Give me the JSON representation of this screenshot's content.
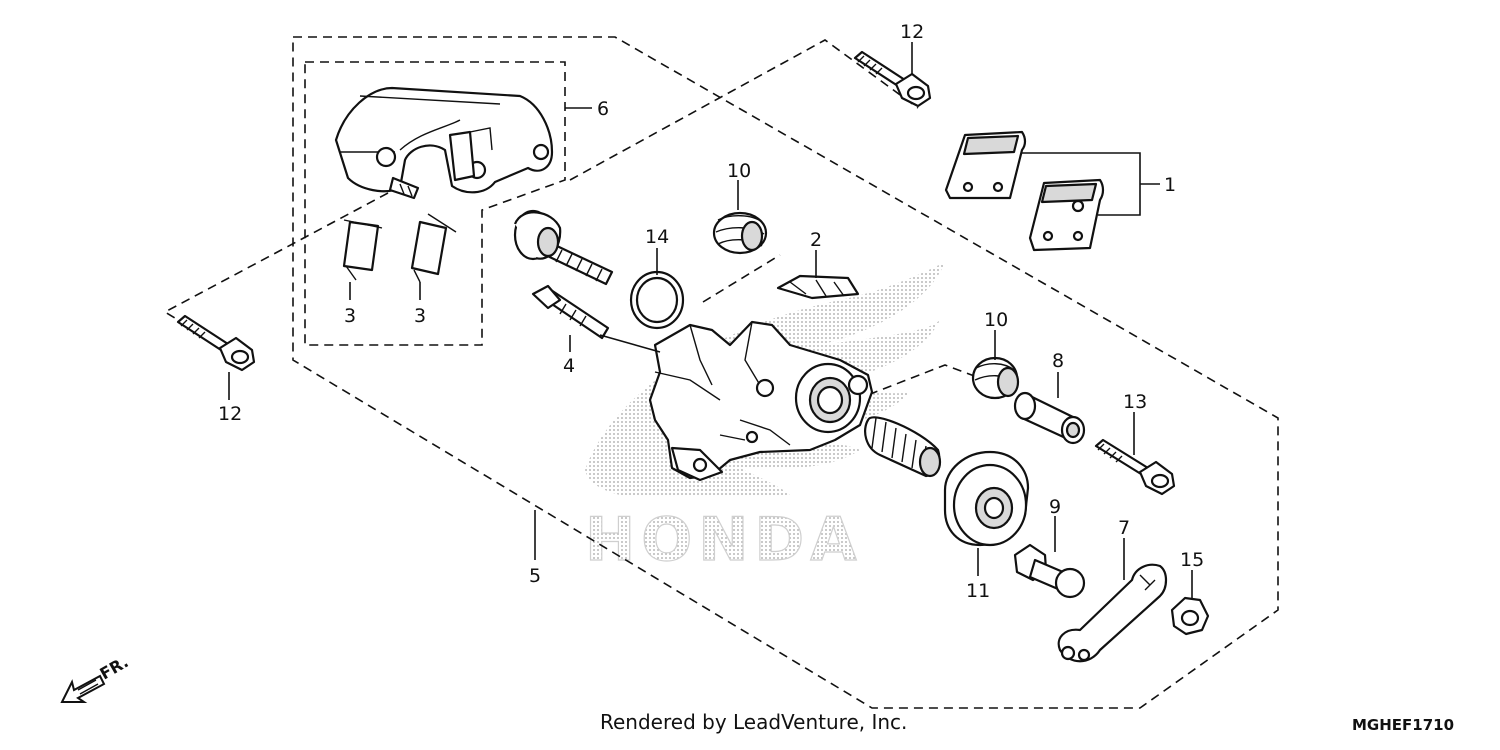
{
  "callouts": {
    "c1": "1",
    "c2": "2",
    "c3a": "3",
    "c3b": "3",
    "c4": "4",
    "c5": "5",
    "c6": "6",
    "c7": "7",
    "c8": "8",
    "c9": "9",
    "c10a": "10",
    "c10b": "10",
    "c11": "11",
    "c12a": "12",
    "c12b": "12",
    "c13": "13",
    "c14": "14",
    "c15": "15"
  },
  "watermark": "HONDA",
  "front_indicator": "FR.",
  "footer": {
    "credit": "Rendered by LeadVenture, Inc.",
    "diagram_code": "MGHEF1710"
  },
  "colors": {
    "line": "#111111",
    "watermark": "#c8c8c8",
    "background": "#ffffff"
  }
}
